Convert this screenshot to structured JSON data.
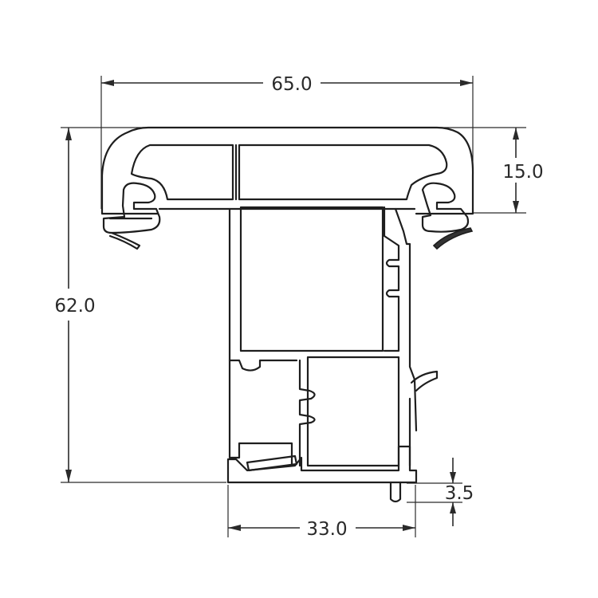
{
  "dimensions": {
    "overall_width": "65.0",
    "overall_height": "62.0",
    "head_height": "15.0",
    "lower_width": "33.0",
    "lip_height": "3.5"
  },
  "colors": {
    "line": "#2a2a2a",
    "background": "#ffffff",
    "gasket": "#333333"
  }
}
